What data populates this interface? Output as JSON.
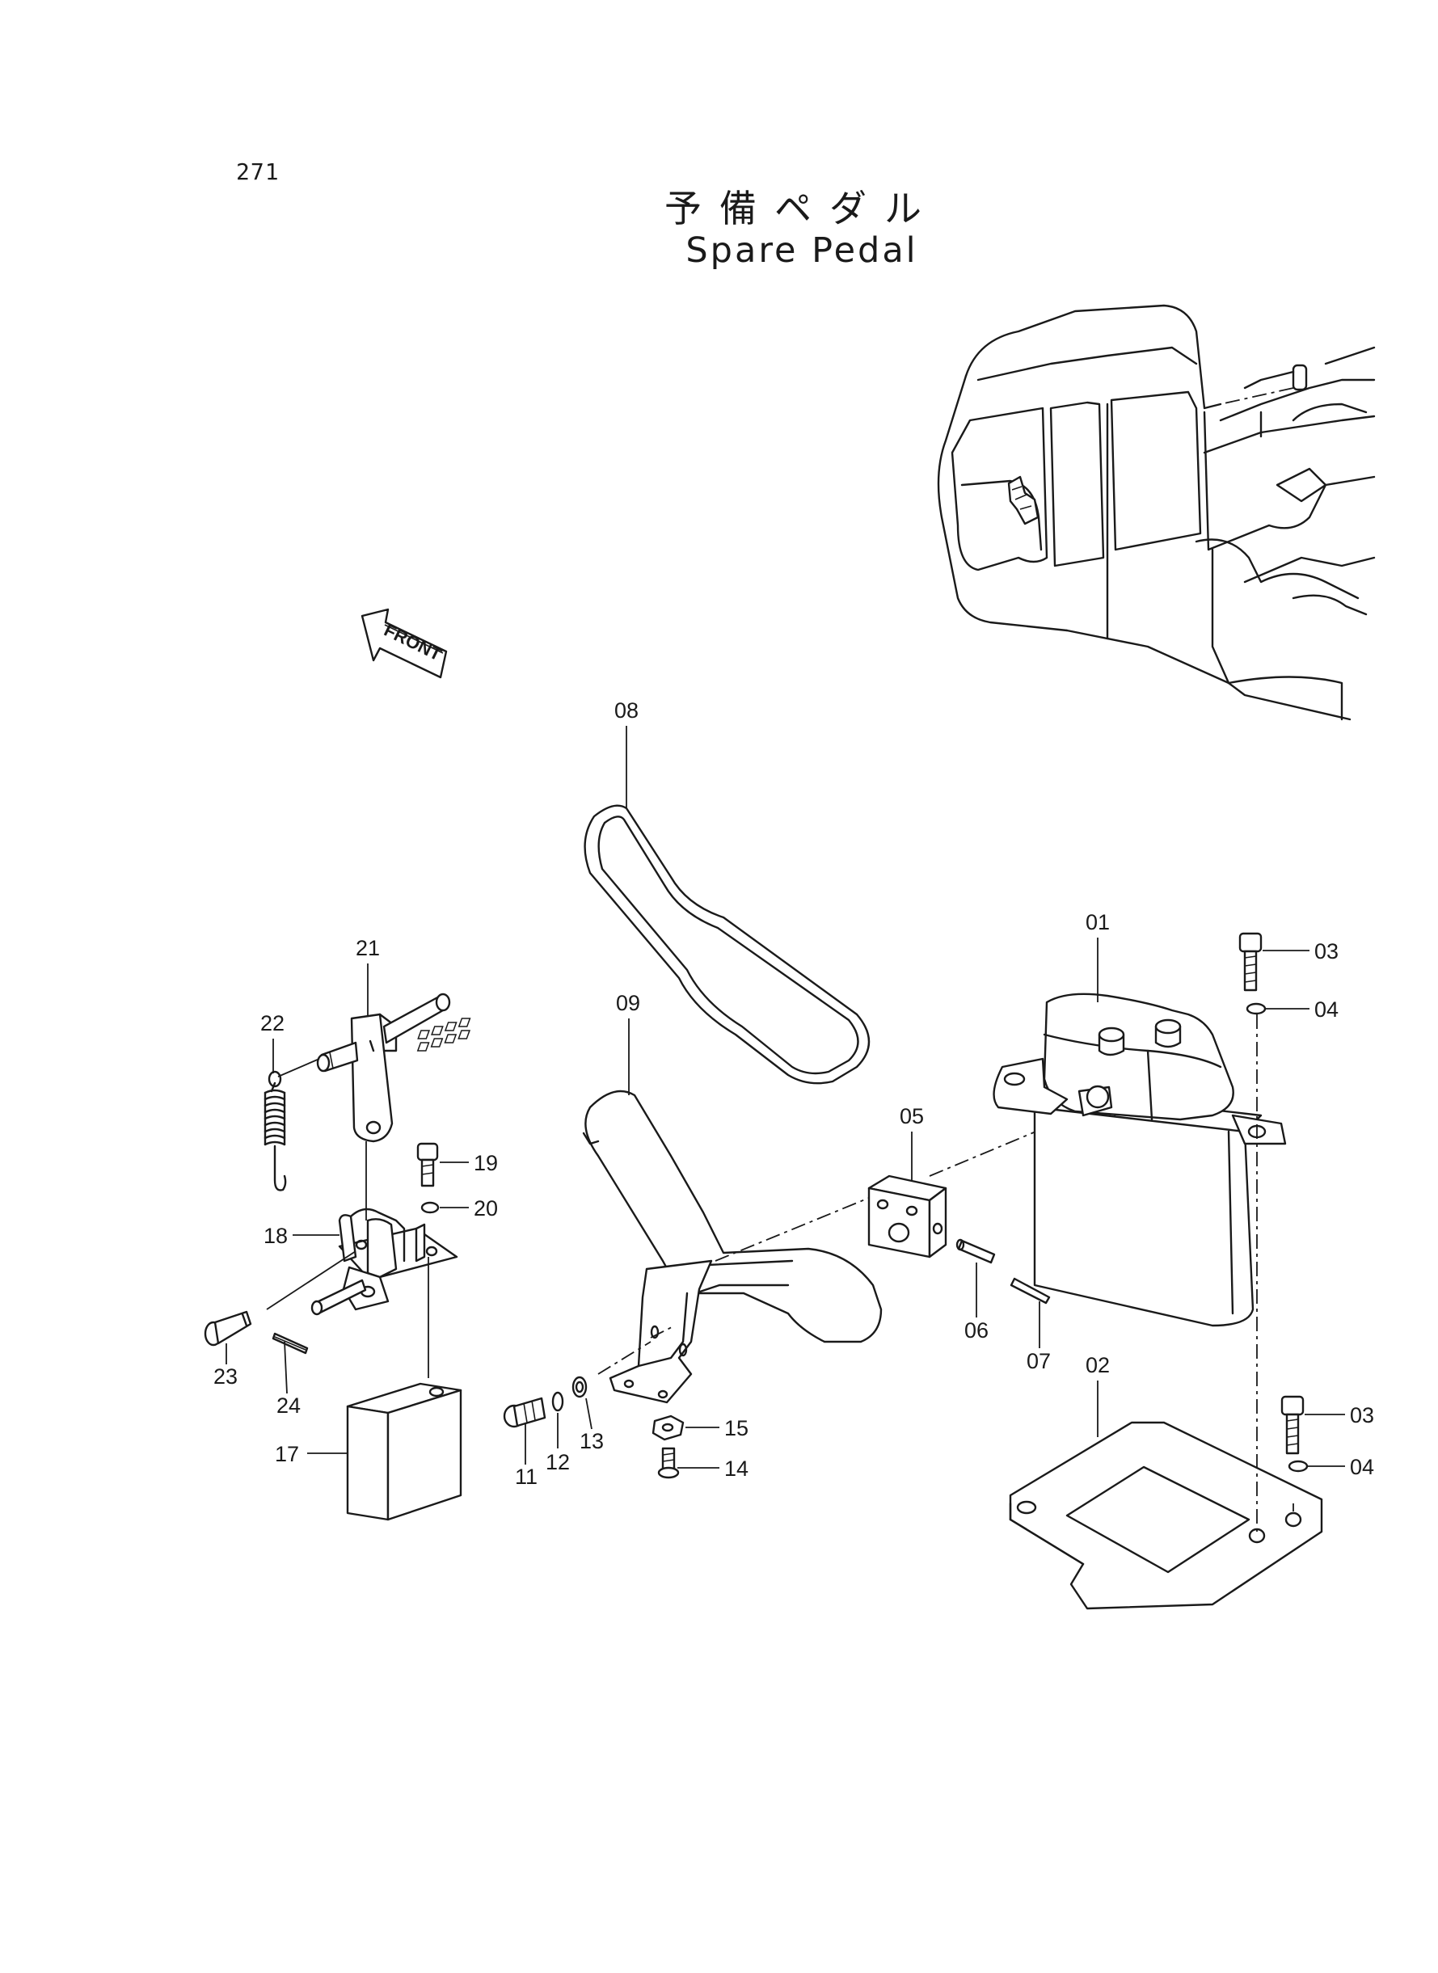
{
  "page_number": "271",
  "title_jp": "予備ペダル",
  "title_en": "Spare Pedal",
  "front_label": "FRONT",
  "callouts": {
    "c01": "01",
    "c02": "02",
    "c03a": "03",
    "c03b": "03",
    "c04a": "04",
    "c04b": "04",
    "c05": "05",
    "c06": "06",
    "c07": "07",
    "c08": "08",
    "c09": "09",
    "c11": "11",
    "c12": "12",
    "c13": "13",
    "c14": "14",
    "c15": "15",
    "c17": "17",
    "c18": "18",
    "c19": "19",
    "c20": "20",
    "c21": "21",
    "c22": "22",
    "c23": "23",
    "c24": "24"
  }
}
